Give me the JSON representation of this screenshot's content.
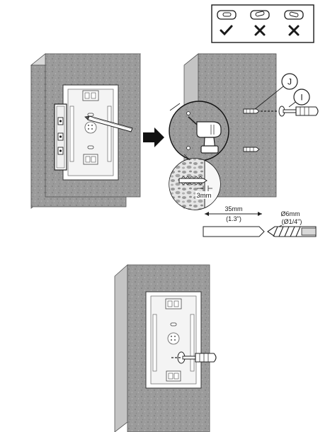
{
  "legend": {
    "slots": [
      {
        "orientation": "horizontal",
        "mark": "check-icon"
      },
      {
        "orientation": "tilted",
        "mark": "cross-icon"
      },
      {
        "orientation": "tilted",
        "mark": "cross-icon"
      }
    ]
  },
  "labels": {
    "callout_j": "J",
    "callout_i": "I",
    "depth": "3mm",
    "plug_length_mm": "35mm",
    "plug_length_in": "(1.3\")",
    "drill_diameter_mm": "Ø6mm",
    "drill_diameter_in": "(Ø1/4\")"
  },
  "colors": {
    "wall": "#9e9e9e",
    "wall_side": "#bdbdbd",
    "wall_top": "#d4d4d4",
    "plate": "#ffffff",
    "line": "#1a1a1a",
    "arrow": "#111111",
    "stone": "#8a8a8a"
  }
}
